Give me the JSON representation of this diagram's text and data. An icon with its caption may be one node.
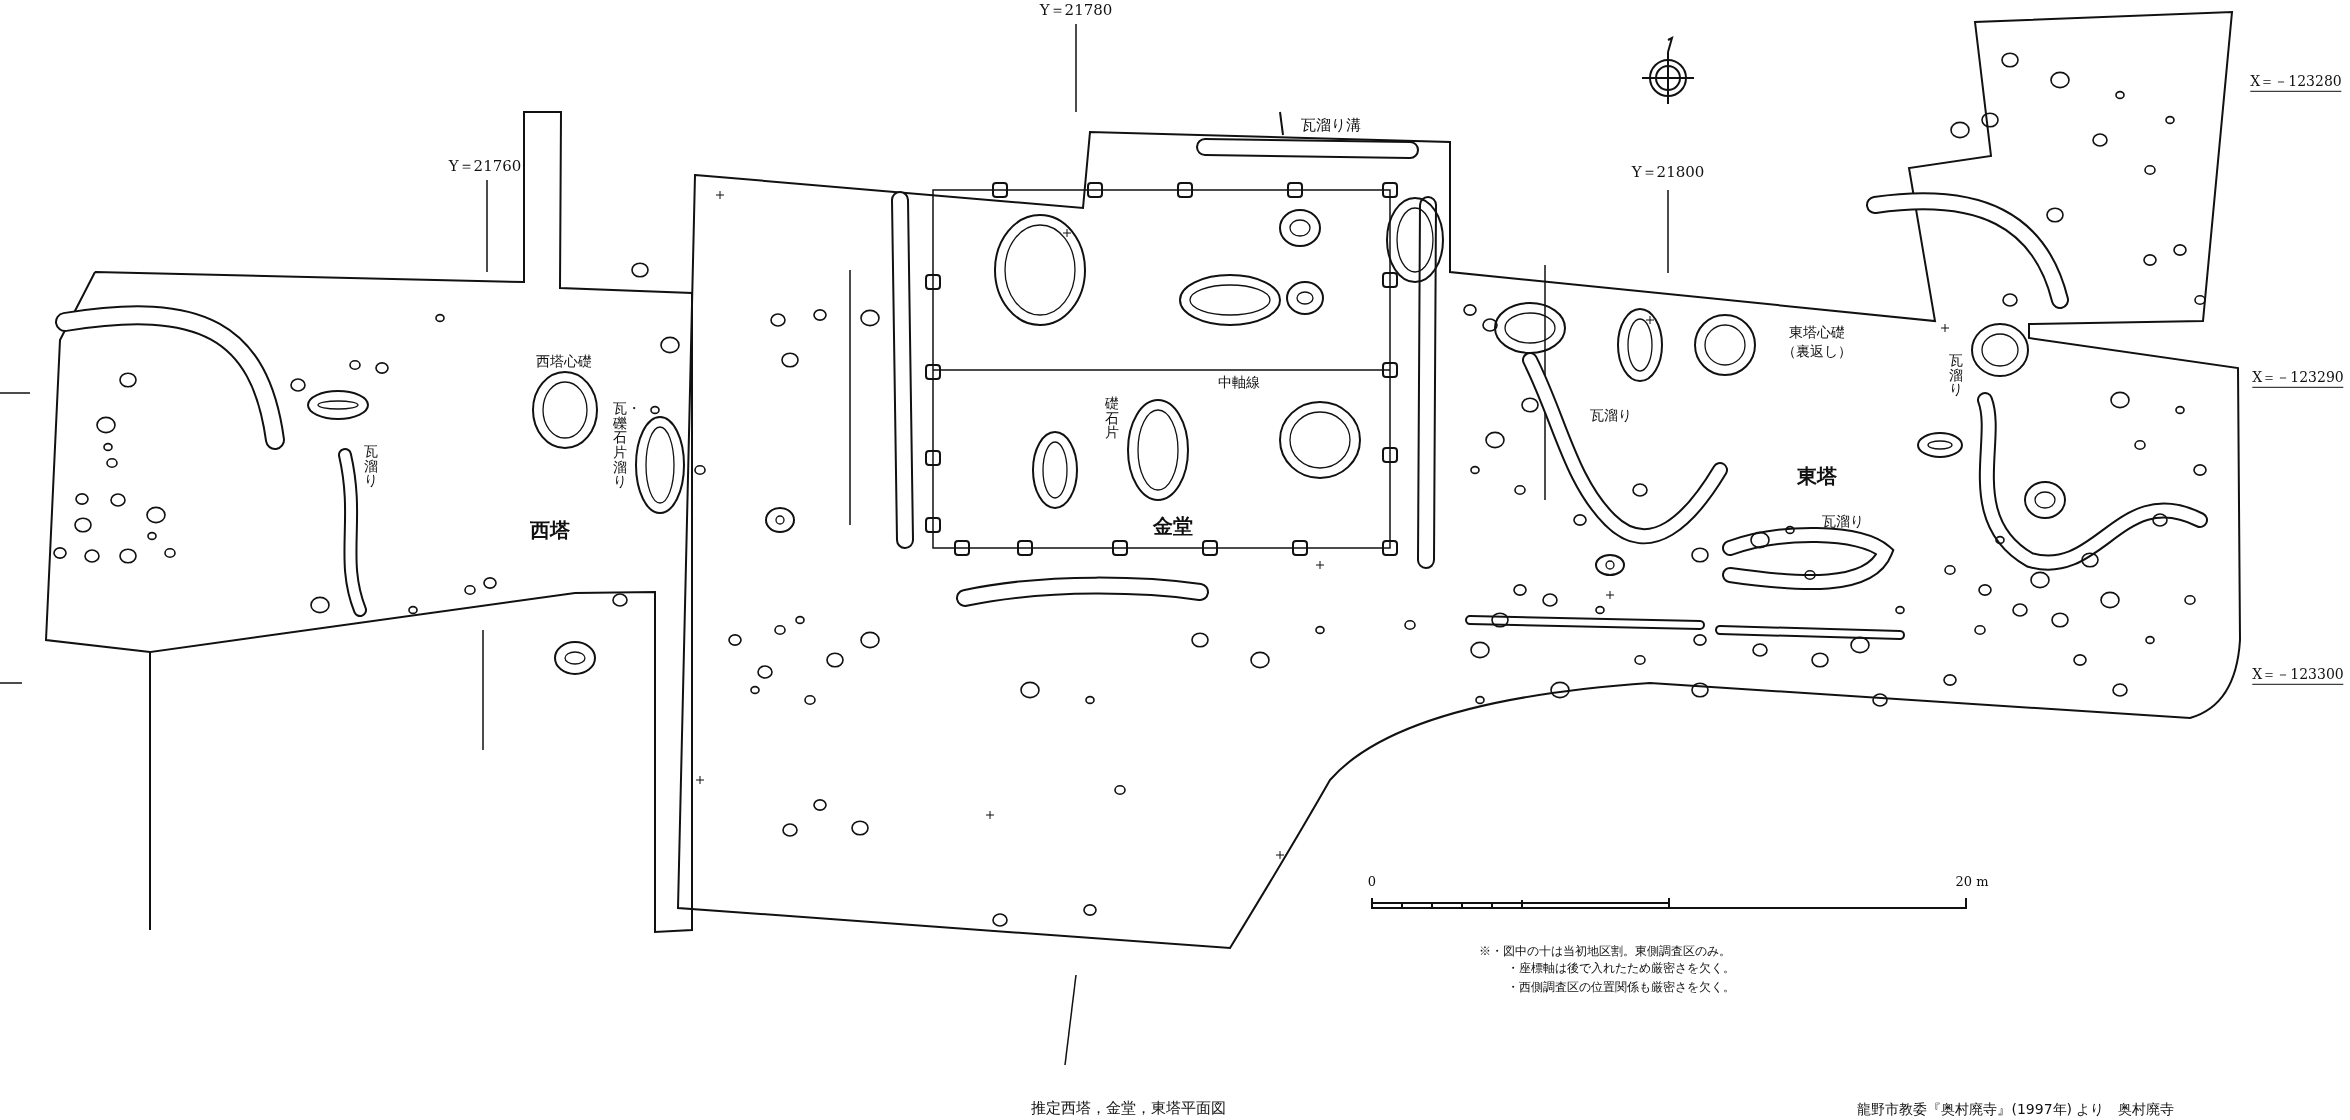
{
  "diagram": {
    "caption": "推定西塔，金堂，東塔平面図",
    "labels": [
      "Y＝21780",
      "瓦溜り溝",
      "Y＝21760",
      "Y＝21800",
      "X＝－123280",
      "西塔心礎",
      "瓦・礫石片溜り",
      "瓦溜り",
      "中軸線",
      "礎石片",
      "東塔心礎",
      "（裏返し）",
      "瓦溜り",
      "瓦溜り",
      "X＝－123290",
      "西塔",
      "東塔",
      "金堂",
      "瓦溜り",
      "X＝－123300",
      "0",
      "20 m",
      "※・図中の十は当初地区割。東側調査区のみ。",
      "・座標軸は後で入れたため厳密さを欠く。",
      "・西側調査区の位置関係も厳密さを欠く。",
      "龍野市教委『奥村廃寺』(1997年) より　奥村廃寺"
    ]
  }
}
